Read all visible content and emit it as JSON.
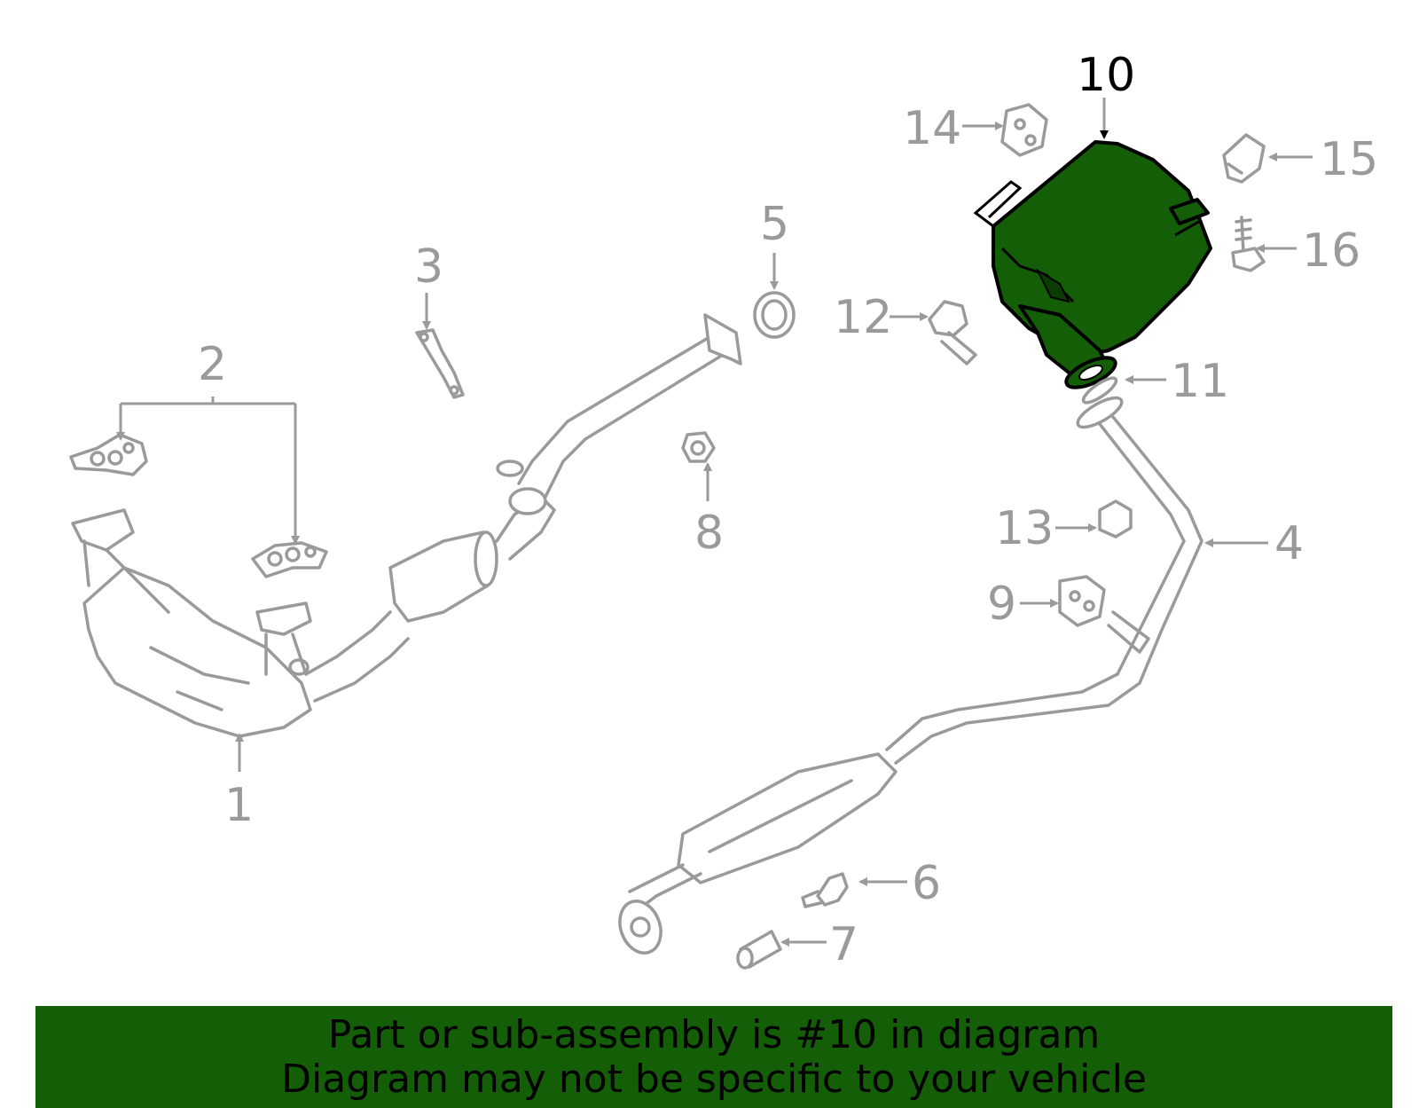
{
  "callouts": {
    "c1": "1",
    "c2": "2",
    "c3": "3",
    "c4": "4",
    "c5": "5",
    "c6": "6",
    "c7": "7",
    "c8": "8",
    "c9": "9",
    "c10": "10",
    "c11": "11",
    "c12": "12",
    "c13": "13",
    "c14": "14",
    "c15": "15",
    "c16": "16"
  },
  "highlight_color": "#135e06",
  "banner": {
    "line1": "Part or sub-assembly is #10 in diagram",
    "line2": "Diagram may not be specific to your vehicle"
  }
}
